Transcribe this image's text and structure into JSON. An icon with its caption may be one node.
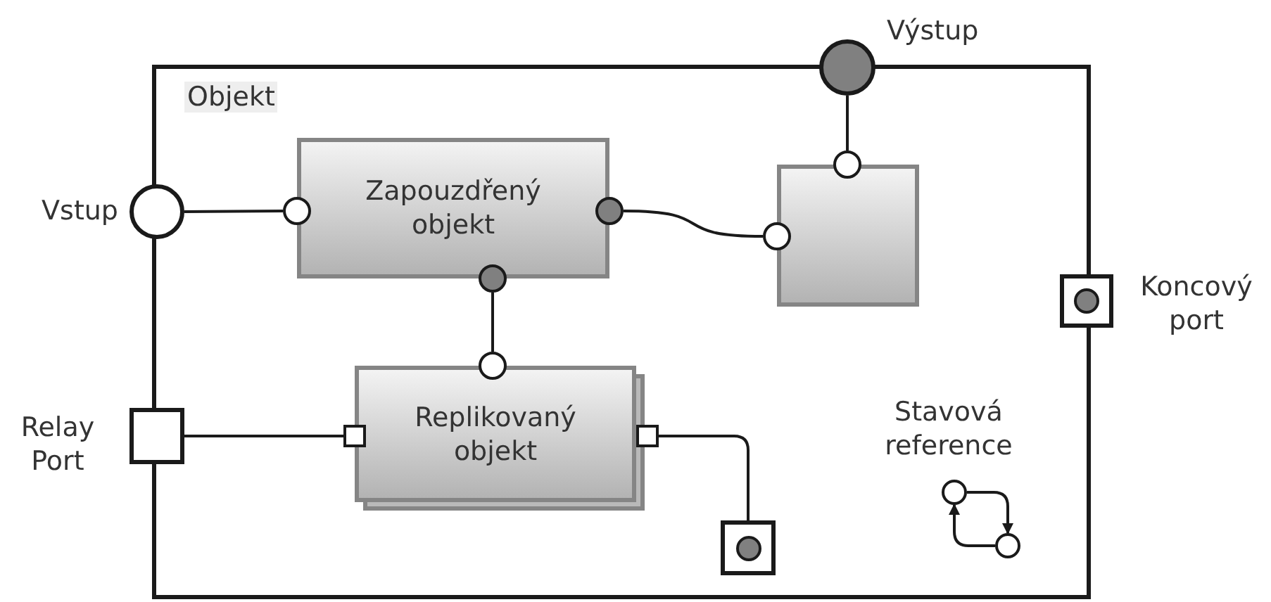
{
  "diagram": {
    "nodes": [
      {
        "text": [
          "Objekt"
        ]
      },
      {
        "text": [],
        "shape": "circle",
        "beside": [
          "Vstup"
        ]
      },
      {
        "text": [],
        "shape": "circle",
        "beside": [
          "Výstup"
        ]
      },
      {
        "text": [],
        "shape": "box",
        "beside": [
          "Relay Port"
        ]
      },
      {
        "text": [],
        "shape": "box",
        "beside": [
          "Koncový port"
        ]
      },
      {
        "text": [
          "Zapouzdřený objekt"
        ],
        "in": 0
      },
      {
        "text": [],
        "shape": "circle",
        "in": 0
      },
      {
        "text": [],
        "shape": "circle",
        "in": 0
      },
      {
        "text": [],
        "shape": "circle",
        "in": 0
      },
      {
        "text": [],
        "shape": "box",
        "in": 0
      },
      {
        "text": [],
        "shape": "circle",
        "in": 0
      },
      {
        "text": [],
        "shape": "circle",
        "in": 0
      },
      {
        "text": [
          "Replikovaný objekt"
        ],
        "in": 0
      },
      {
        "text": [],
        "shape": "circle",
        "in": 0
      },
      {
        "text": [],
        "shape": "box",
        "in": 0
      },
      {
        "text": [],
        "shape": "box",
        "in": 0
      },
      {
        "text": [],
        "shape": "box",
        "in": 0
      },
      {
        "text": [],
        "shape": "circle",
        "in": 0
      },
      {
        "text": [],
        "shape": "circle",
        "in": 0
      }
    ],
    "edges": [
      {
        "from": 1,
        "to": 6,
        "arrow": "none"
      },
      {
        "from": 2,
        "to": 10,
        "arrow": "none"
      },
      {
        "from": 7,
        "to": 11,
        "arrow": "none"
      },
      {
        "from": 8,
        "to": 13,
        "arrow": "none"
      },
      {
        "from": 3,
        "to": 14,
        "arrow": "none"
      },
      {
        "from": 15,
        "to": 16,
        "arrow": "none"
      },
      {
        "from": 17,
        "to": 18,
        "arrow": "to"
      },
      {
        "from": 18,
        "to": 17,
        "arrow": "to"
      }
    ],
    "labels": [
      "Stavová reference"
    ]
  }
}
